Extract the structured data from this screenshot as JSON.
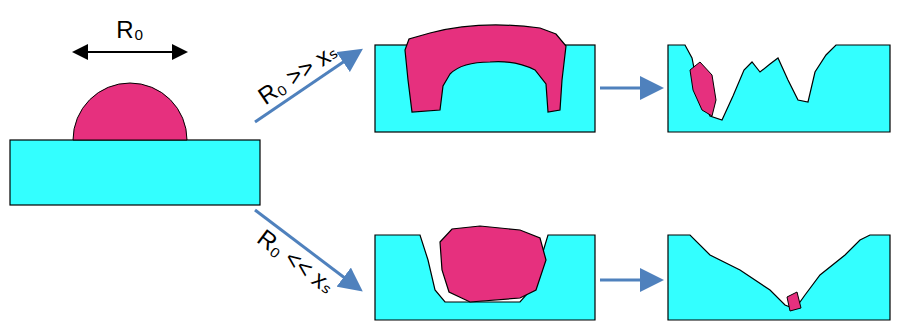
{
  "diagram": {
    "labels": [
      "R₀",
      "R₀ >> xₛ",
      "R₀ << xₛ"
    ]
  }
}
